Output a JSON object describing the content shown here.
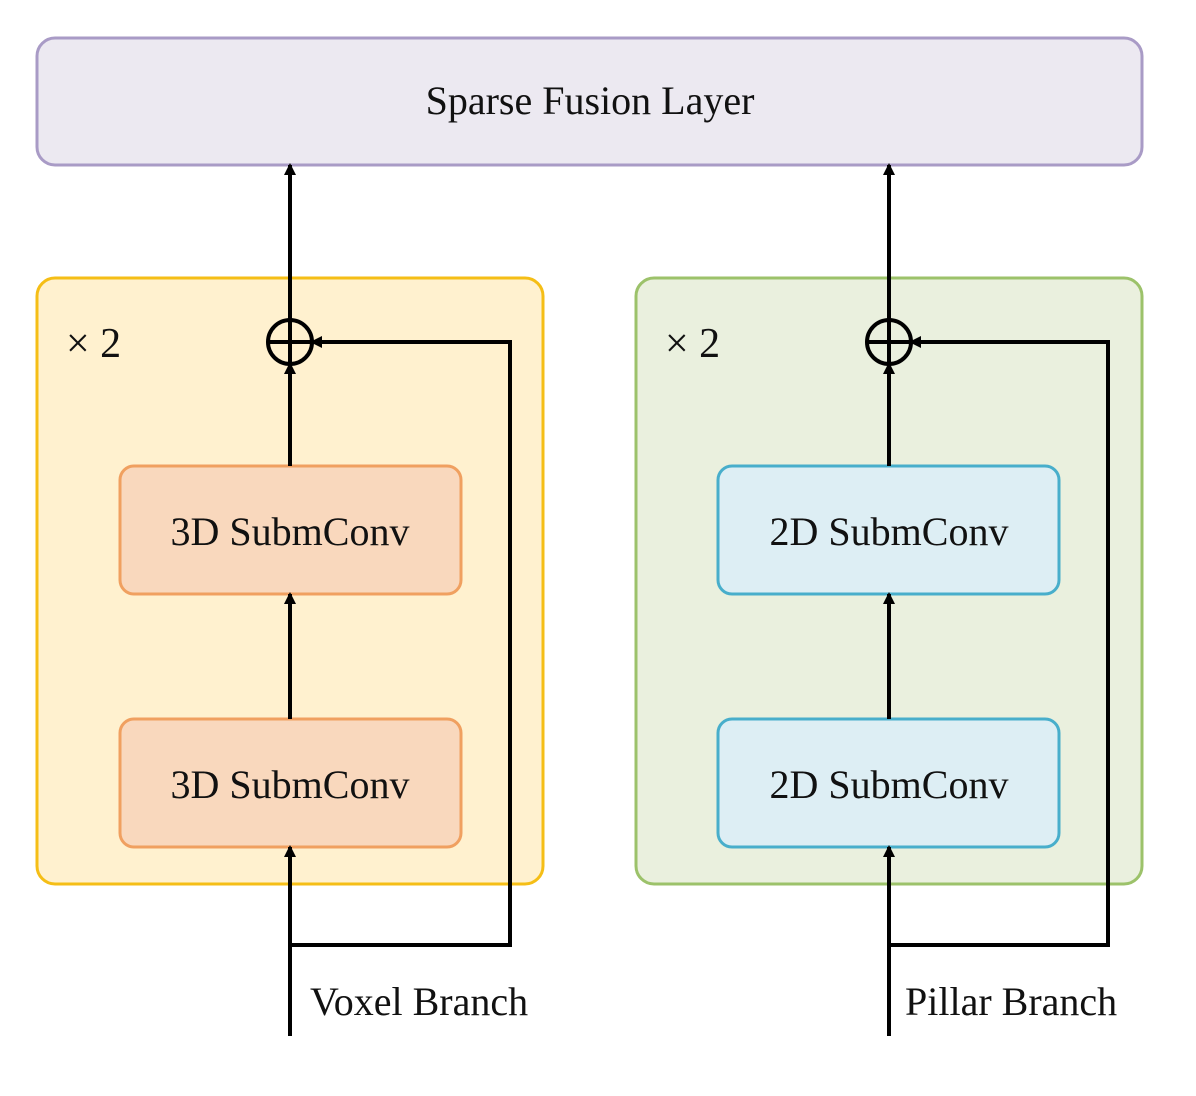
{
  "fusion_layer": {
    "label": "Sparse Fusion Layer",
    "fill": "#ECE9F1",
    "stroke": "#A99BC6"
  },
  "voxel_branch": {
    "repeat_label": "× 2",
    "input_label": "Voxel Branch",
    "container_fill": "#FFF1CF",
    "container_stroke": "#F5BE16",
    "conv_top": "3D SubmConv",
    "conv_bottom": "3D SubmConv",
    "conv_fill": "#F9D8BD",
    "conv_stroke": "#F0A060"
  },
  "pillar_branch": {
    "repeat_label": "× 2",
    "input_label": "Pillar Branch",
    "container_fill": "#EAF0DE",
    "container_stroke": "#9CC26A",
    "conv_top": "2D SubmConv",
    "conv_bottom": "2D SubmConv",
    "conv_fill": "#DDEEF4",
    "conv_stroke": "#48AECB"
  },
  "arrow_color": "#000000"
}
